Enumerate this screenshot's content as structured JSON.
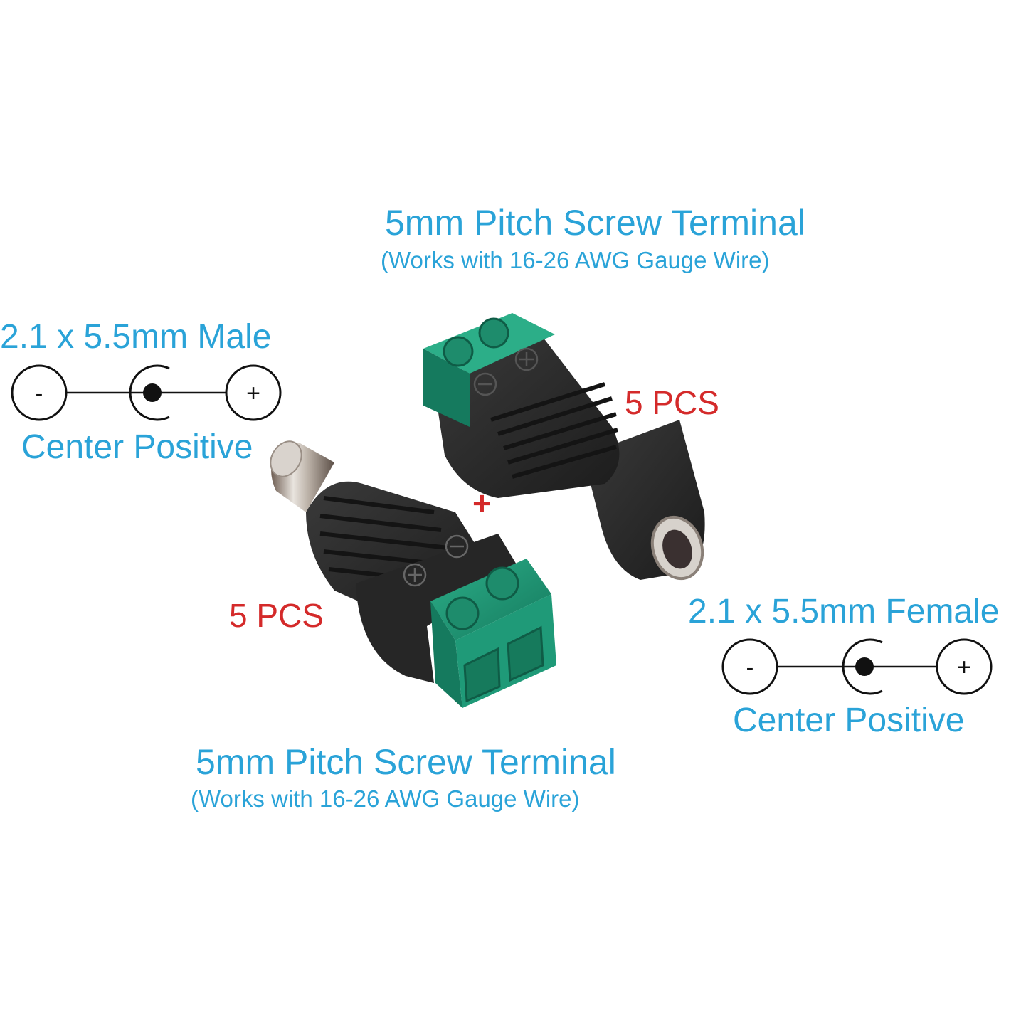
{
  "female_block": {
    "title": "5mm Pitch Screw Terminal",
    "subtitle": "(Works with 16-26 AWG Gauge Wire)",
    "quantity": "5 PCS",
    "connector_title": "2.1 x 5.5mm Female",
    "polarity": {
      "minus": "-",
      "plus": "+",
      "label": "Center Positive"
    }
  },
  "male_block": {
    "title": "5mm Pitch Screw Terminal",
    "subtitle": "(Works with 16-26 AWG Gauge Wire)",
    "quantity": "5 PCS",
    "connector_title": "2.1 x 5.5mm Male",
    "polarity": {
      "minus": "-",
      "plus": "+",
      "label": "Center Positive"
    }
  },
  "combine_symbol": "+",
  "colors": {
    "label_blue": "#2aa3d8",
    "label_red": "#d42a2a",
    "terminal_green": "#1f9a78",
    "housing_black": "#2b2b2b"
  }
}
